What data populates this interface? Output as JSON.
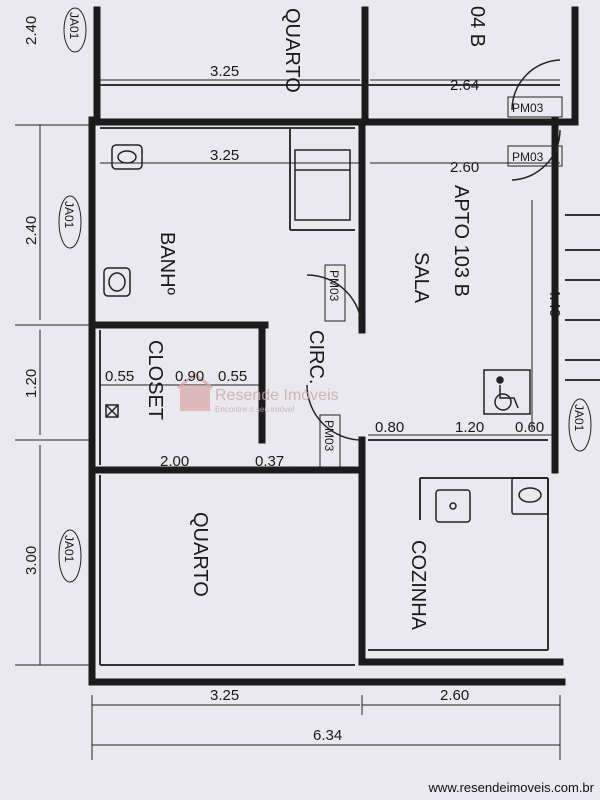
{
  "rooms": {
    "quarto_top": "QUARTO",
    "banho": "BANHº",
    "closet": "CLOSET",
    "quarto": "QUARTO",
    "circ": "CIRC.",
    "apto_top": "04 B",
    "apto": "APTO 103 B",
    "sala": "SALA",
    "cozinha": "COZINHA"
  },
  "dimensions": {
    "top_left": "3.25",
    "top_right": "2.64",
    "mid_left": "3.25",
    "mid_right": "2.60",
    "left_top": "2.40",
    "left_mid": "2.40",
    "left_small": "1.20",
    "left_bottom": "3.00",
    "closet_a": "0.55",
    "closet_b": "0.90",
    "closet_c": "0.55",
    "quarto_w": "2.00",
    "quarto_gap": "0.37",
    "kitchen_a": "0.80",
    "kitchen_b": "1.20",
    "kitchen_c": "0.60",
    "sala_h": "4.40",
    "bottom_left": "3.25",
    "bottom_right": "2.60",
    "total": "6.34"
  },
  "tags": {
    "ja01_a": "JA01",
    "ja01_b": "JA01",
    "ja01_c": "JA01",
    "ja01_d": "JA01",
    "pm03_a": "PM03",
    "pm03_b": "PM03",
    "pm03_c": "PM03",
    "pm03_d": "PM03"
  },
  "watermark": {
    "name": "Resende Imóveis",
    "tagline": "Encontre o seu imóvel"
  },
  "footer": "www.resendeimoveis.com.br"
}
